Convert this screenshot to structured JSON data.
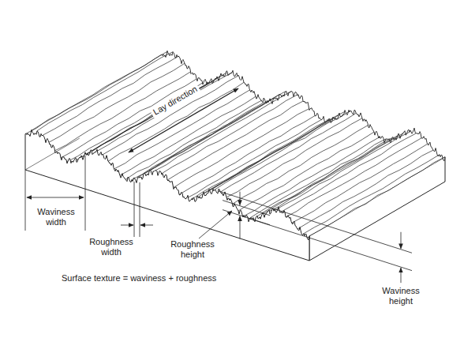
{
  "diagram": {
    "caption": "Surface texture = waviness + roughness",
    "labels": [
      "Lay direction",
      "Waviness width",
      "Roughness width",
      "Roughness height",
      "Waviness height"
    ]
  }
}
